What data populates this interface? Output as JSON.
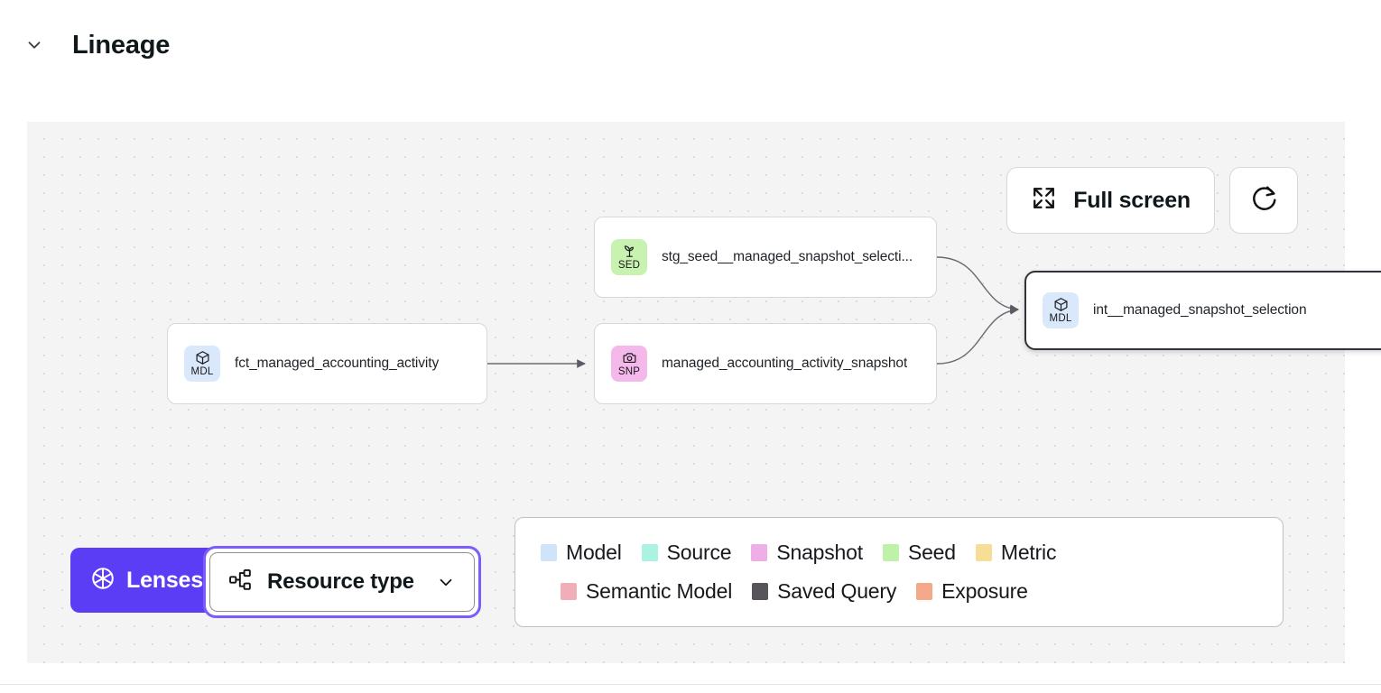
{
  "section": {
    "title": "Lineage",
    "collapse_icon": "chevron-down-icon"
  },
  "toolbar": {
    "fullscreen_label": "Full screen",
    "fullscreen_icon": "expand-arrows-icon",
    "refresh_icon": "refresh-icon"
  },
  "controls": {
    "lenses_label": "Lenses",
    "lenses_icon": "aperture-icon",
    "lenses_color": "#5b3df5",
    "resource_type_label": "Resource type",
    "resource_type_icon": "node-tree-icon",
    "resource_caret_icon": "chevron-down-icon",
    "focus_ring_color": "#7c5cfa"
  },
  "graph": {
    "nodes": [
      {
        "id": "fct_managed_accounting_activity",
        "label": "fct_managed_accounting_activity",
        "badge_abbr": "MDL",
        "badge_icon": "cube-icon",
        "badge_color": "#d9e8fb",
        "selected": false
      },
      {
        "id": "stg_seed__managed_snapshot_selection",
        "label": "stg_seed__managed_snapshot_selecti...",
        "badge_abbr": "SED",
        "badge_icon": "seedling-icon",
        "badge_color": "#c8f2b0",
        "selected": false
      },
      {
        "id": "managed_accounting_activity_snapshot",
        "label": "managed_accounting_activity_snapshot",
        "badge_abbr": "SNP",
        "badge_icon": "camera-icon",
        "badge_color": "#f5b8ea",
        "selected": false
      },
      {
        "id": "int__managed_snapshot_selection",
        "label": "int__managed_snapshot_selection",
        "badge_abbr": "MDL",
        "badge_icon": "cube-icon",
        "badge_color": "#d9e8fb",
        "selected": true
      }
    ]
  },
  "legend": {
    "row1": [
      {
        "label": "Model",
        "color": "#cfe3f9"
      },
      {
        "label": "Source",
        "color": "#abf2e2"
      },
      {
        "label": "Snapshot",
        "color": "#eeaee6"
      },
      {
        "label": "Seed",
        "color": "#bdf2a8"
      },
      {
        "label": "Metric",
        "color": "#f8dd96"
      }
    ],
    "row2": [
      {
        "label": "Semantic Model",
        "color": "#f0aeb9"
      },
      {
        "label": "Saved Query",
        "color": "#57555a"
      },
      {
        "label": "Exposure",
        "color": "#f4a98a"
      }
    ]
  }
}
